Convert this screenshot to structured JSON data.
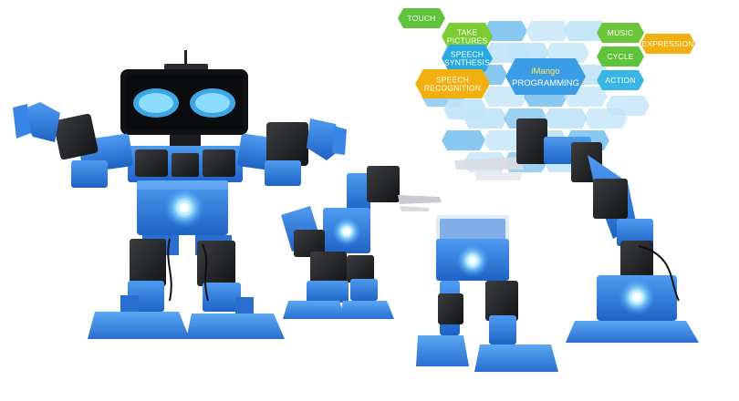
{
  "hex_diagram": {
    "center": {
      "line1": "iMango",
      "line2": "PROGRAMMING"
    },
    "tags": [
      {
        "id": "touch",
        "lines": [
          "TOUCH"
        ],
        "color": "#5fc43a"
      },
      {
        "id": "take-pictures",
        "lines": [
          "TAKE",
          "PICTURES"
        ],
        "color": "#7ccd32"
      },
      {
        "id": "speech-synthesis",
        "lines": [
          "SPEECH",
          "SYNTHESIS"
        ],
        "color": "#2aa8e0"
      },
      {
        "id": "speech-recognition",
        "lines": [
          "SPEECH",
          "RECOGNITION"
        ],
        "color": "#f2b010"
      },
      {
        "id": "music",
        "lines": [
          "MUSIC"
        ],
        "color": "#6cc63a"
      },
      {
        "id": "expression",
        "lines": [
          "EXPRESSION"
        ],
        "color": "#f2b010"
      },
      {
        "id": "cycle",
        "lines": [
          "CYCLE"
        ],
        "color": "#5fc43a"
      },
      {
        "id": "action",
        "lines": [
          "ACTION"
        ],
        "color": "#3ab6e6"
      }
    ]
  },
  "colors": {
    "robot_blue": "#2f7be0",
    "robot_blue_dark": "#1d5db8",
    "servo_black": "#1e1f22",
    "eye_glow": "#7fd8ff",
    "hex_light": "#bfe3f7",
    "hex_mid": "#7cc2ee"
  }
}
